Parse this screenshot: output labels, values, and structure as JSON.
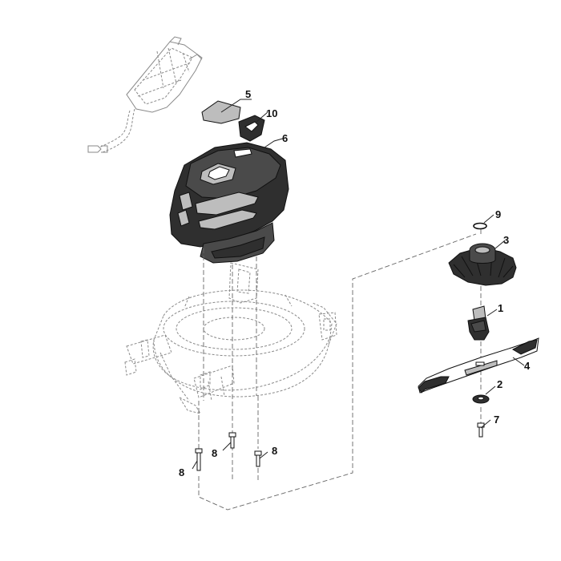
{
  "callouts": [
    {
      "id": "part-1",
      "label": "1"
    },
    {
      "id": "part-2",
      "label": "2"
    },
    {
      "id": "part-3",
      "label": "3"
    },
    {
      "id": "part-4",
      "label": "4"
    },
    {
      "id": "part-5",
      "label": "5"
    },
    {
      "id": "part-6",
      "label": "6"
    },
    {
      "id": "part-7",
      "label": "7"
    },
    {
      "id": "part-8a",
      "label": "8"
    },
    {
      "id": "part-8b",
      "label": "8"
    },
    {
      "id": "part-8c",
      "label": "8"
    },
    {
      "id": "part-9",
      "label": "9"
    },
    {
      "id": "part-10",
      "label": "10"
    }
  ]
}
